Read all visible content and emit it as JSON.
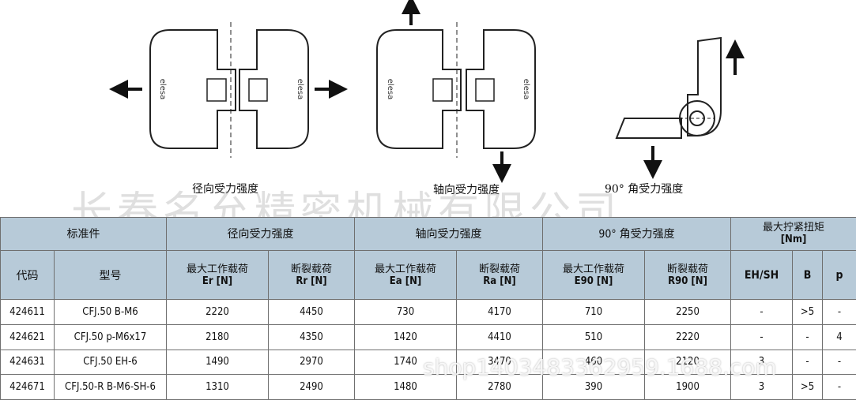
{
  "diagram_captions": [
    "径向受力强度",
    "轴向受力强度",
    "90° 角受力强度"
  ],
  "logo_text": "elesa",
  "watermark": "长春名允精密机械有限公司",
  "overlay_watermark": "shop1403483362959.1688.com",
  "table": {
    "group_headers": {
      "standard": "标准件",
      "radial": "径向受力强度",
      "axial": "轴向受力强度",
      "angle": "90° 角受力强度",
      "torque": "最大拧紧扭矩",
      "torque_unit": "[Nm]"
    },
    "sub_headers": {
      "code": "代码",
      "model": "型号",
      "er_title": "最大工作载荷",
      "er_sym": "Er [N]",
      "rr_title": "断裂载荷",
      "rr_sym": "Rr [N]",
      "ea_title": "最大工作载荷",
      "ea_sym": "Ea [N]",
      "ra_title": "断裂载荷",
      "ra_sym": "Ra [N]",
      "e90_title": "最大工作载荷",
      "e90_sym": "E90 [N]",
      "r90_title": "断裂载荷",
      "r90_sym": "R90 [N]",
      "ehsh": "EH/SH",
      "b": "B",
      "p": "p"
    },
    "rows": [
      {
        "code": "424611",
        "model": "CFJ.50 B-M6",
        "er": "2220",
        "rr": "4450",
        "ea": "730",
        "ra": "4170",
        "e90": "710",
        "r90": "2250",
        "ehsh": "-",
        "b": ">5",
        "p": "-"
      },
      {
        "code": "424621",
        "model": "CFJ.50 p-M6x17",
        "er": "2180",
        "rr": "4350",
        "ea": "1420",
        "ra": "4410",
        "e90": "510",
        "r90": "2220",
        "ehsh": "-",
        "b": "-",
        "p": "4"
      },
      {
        "code": "424631",
        "model": "CFJ.50 EH-6",
        "er": "1490",
        "rr": "2970",
        "ea": "1740",
        "ra": "3470",
        "e90": "460",
        "r90": "2120",
        "ehsh": "3",
        "b": "-",
        "p": "-"
      },
      {
        "code": "424671",
        "model": "CFJ.50-R B-M6-SH-6",
        "er": "1310",
        "rr": "2490",
        "ea": "1480",
        "ra": "2780",
        "e90": "390",
        "r90": "1900",
        "ehsh": "3",
        "b": ">5",
        "p": "-"
      }
    ]
  }
}
